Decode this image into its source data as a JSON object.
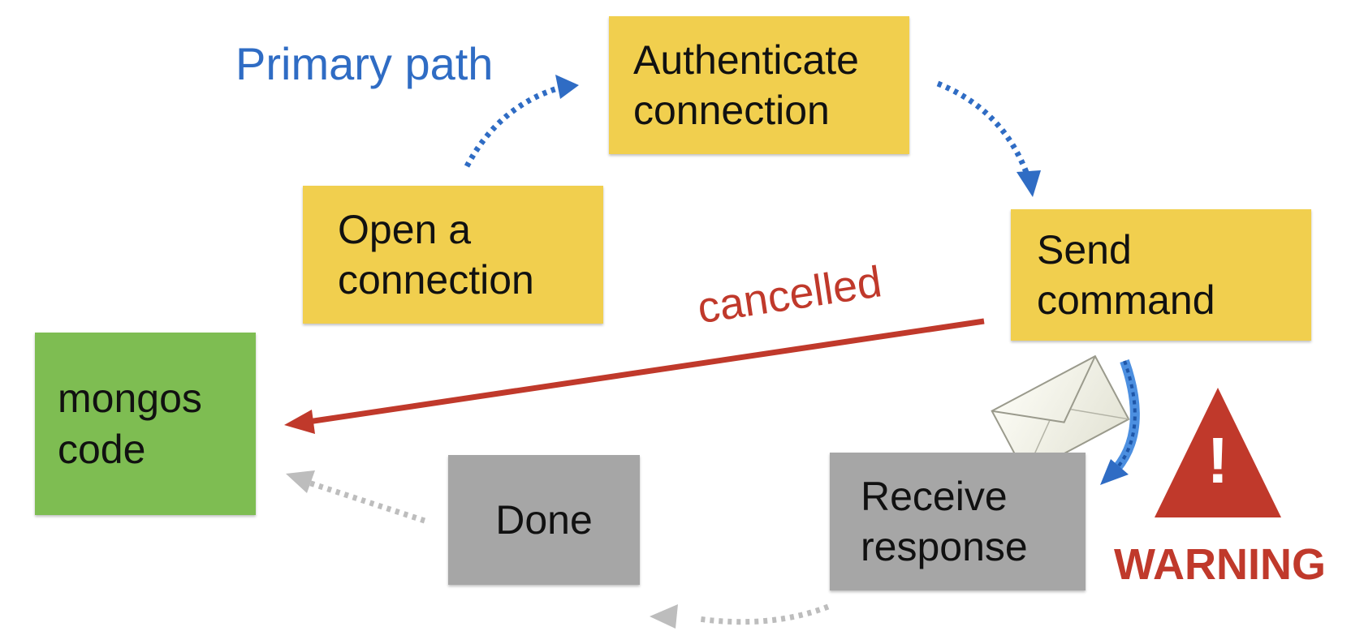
{
  "labels": {
    "primary_path": "Primary path",
    "cancelled": "cancelled",
    "warning": "WARNING",
    "warning_mark": "!"
  },
  "nodes": {
    "authenticate": [
      "Authenticate",
      "connection"
    ],
    "open": [
      "Open a",
      "connection"
    ],
    "send": [
      "Send",
      "command"
    ],
    "mongos": [
      "mongos",
      "code"
    ],
    "receive": [
      "Receive",
      "response"
    ],
    "done": [
      "Done"
    ]
  },
  "colors": {
    "yellow": "#F1CF4E",
    "green": "#7EBD52",
    "gray": "#A6A6A6",
    "blue": "#2F6CC4",
    "red": "#C0392B",
    "light_gray_arrow": "#BDBDBD"
  },
  "icons": [
    "envelope-icon",
    "warning-triangle-icon"
  ]
}
